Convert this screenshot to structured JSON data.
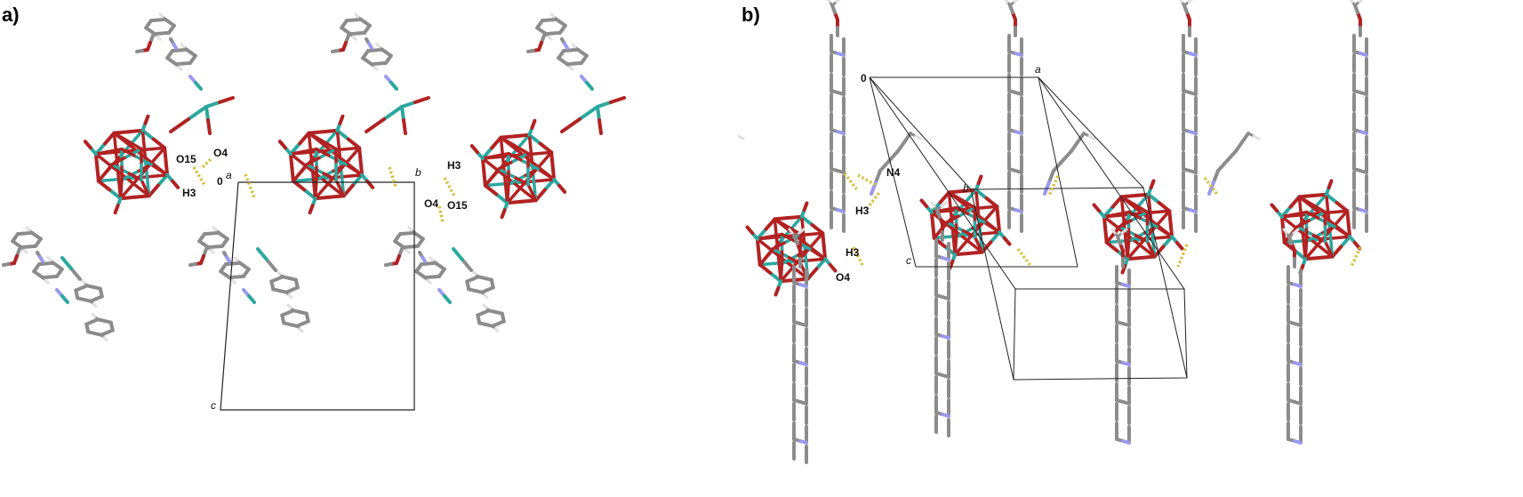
{
  "panels": [
    {
      "label": "a)",
      "origin": "0",
      "axes": [
        "a",
        "b",
        "c"
      ],
      "atom_labels": [
        "O15",
        "O4",
        "H3",
        "H3",
        "O4",
        "O15"
      ]
    },
    {
      "label": "b)",
      "origin": "0",
      "axes": [
        "a",
        "b",
        "c"
      ],
      "atom_labels": [
        "N4",
        "H3",
        "H3",
        "O4"
      ]
    }
  ],
  "colors": {
    "carbon": "#8c8c8c",
    "hydrogen": "#e0e0e0",
    "oxygen": "#b22222",
    "nitrogen": "#9999ee",
    "molybdenum": "#2ba8a0",
    "hbond": "#d8c040",
    "cell": "#222222"
  }
}
